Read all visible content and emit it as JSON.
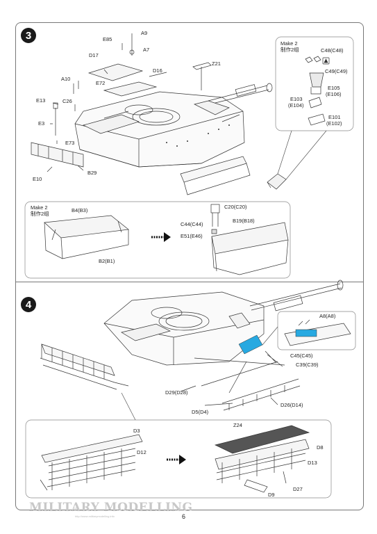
{
  "page": {
    "number": "6"
  },
  "watermark": {
    "brand": "MILITARY MODELLING",
    "url": "http://www.militarymodelling.info"
  },
  "step3": {
    "number": "3",
    "parts": {
      "A9": "A9",
      "A7": "A7",
      "E85": "E85",
      "D17": "D17",
      "D16": "D16",
      "Z21": "Z21",
      "A10": "A10",
      "E72": "E72",
      "E13": "E13",
      "C26": "C26",
      "E3": "E3",
      "E73": "E73",
      "E10": "E10",
      "B29": "B29"
    },
    "callout": {
      "make_en": "Make 2",
      "make_cn": "制作2组",
      "C48": "C48(C48)",
      "C49": "C49(C49)",
      "E103": "E103",
      "E104": "(E104)",
      "E105": "E105",
      "E106": "(E106)",
      "E101": "E101",
      "E102": "(E102)"
    },
    "subassembly": {
      "make_en": "Make 2",
      "make_cn": "制作2组",
      "B4": "B4(B3)",
      "B2": "B2(B1)",
      "C20": "C20(C20)",
      "C44": "C44(C44)",
      "E51": "E51(E46)",
      "B19": "B19(B18)"
    }
  },
  "step4": {
    "number": "4",
    "parts": {
      "A8": "A8(A8)",
      "C45": "C45(C45)",
      "C39": "C39(C39)",
      "D29": "D29(D28)",
      "D26": "D26(D14)",
      "D5": "D5(D4)"
    },
    "subassembly": {
      "D3": "D3",
      "D12": "D12",
      "Z24": "Z24",
      "D8": "D8",
      "D13": "D13",
      "D9": "D9",
      "D27": "D27"
    }
  },
  "colors": {
    "highlight_blue": "#27a9e1",
    "line": "#333333"
  }
}
